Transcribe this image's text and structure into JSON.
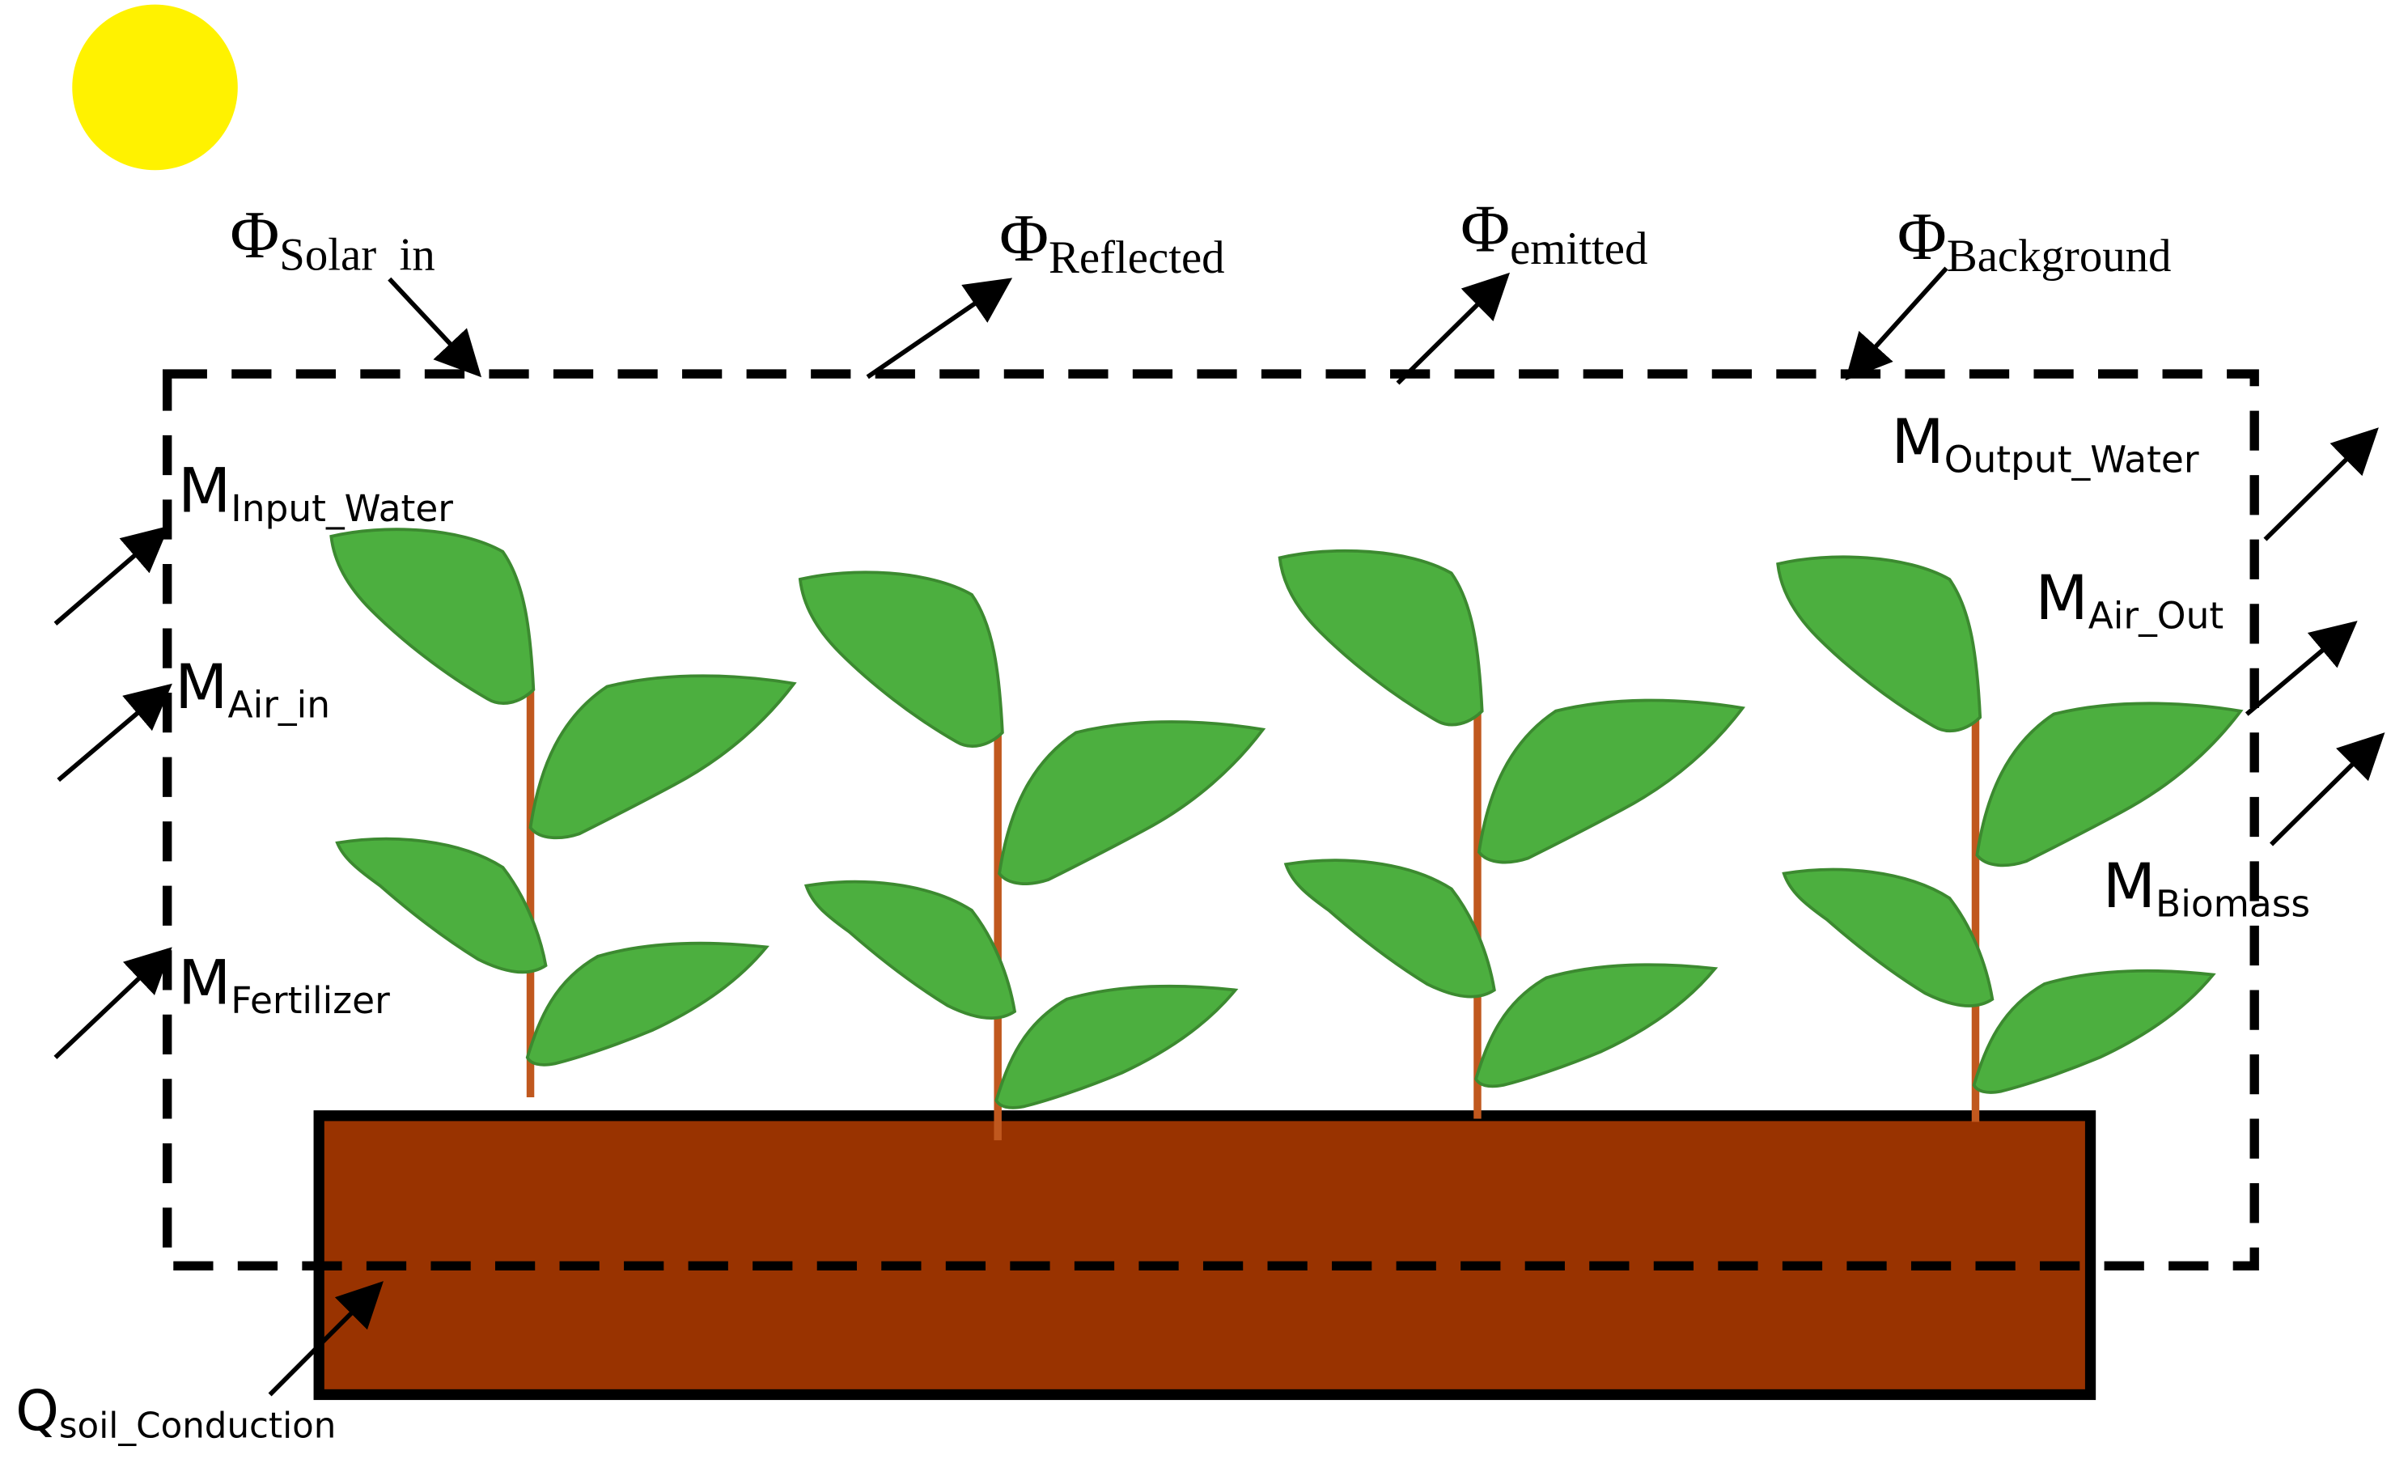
{
  "colors": {
    "sun": "#FFF200",
    "soil": "#993300",
    "leaf": "#4CAF3F",
    "leaf_edge": "#3C8A30",
    "stem": "#C0581E",
    "line": "#000000"
  },
  "flux": {
    "phi_symbol": "Φ",
    "solar_in_sub": "Solar  in",
    "reflected_sub": "Reflected",
    "emitted_sub": "emitted",
    "background_sub": "Background"
  },
  "mass": {
    "m_symbol": "M",
    "input_water_sub": "Input_Water",
    "air_in_sub": "Air_in",
    "fertilizer_sub": "Fertilizer",
    "output_water_sub": "Output_Water",
    "air_out_sub": "Air_Out",
    "biomass_sub": "Biomass"
  },
  "heat": {
    "q_symbol": "Q",
    "soil_conduction_sub": "soil_Conduction"
  }
}
